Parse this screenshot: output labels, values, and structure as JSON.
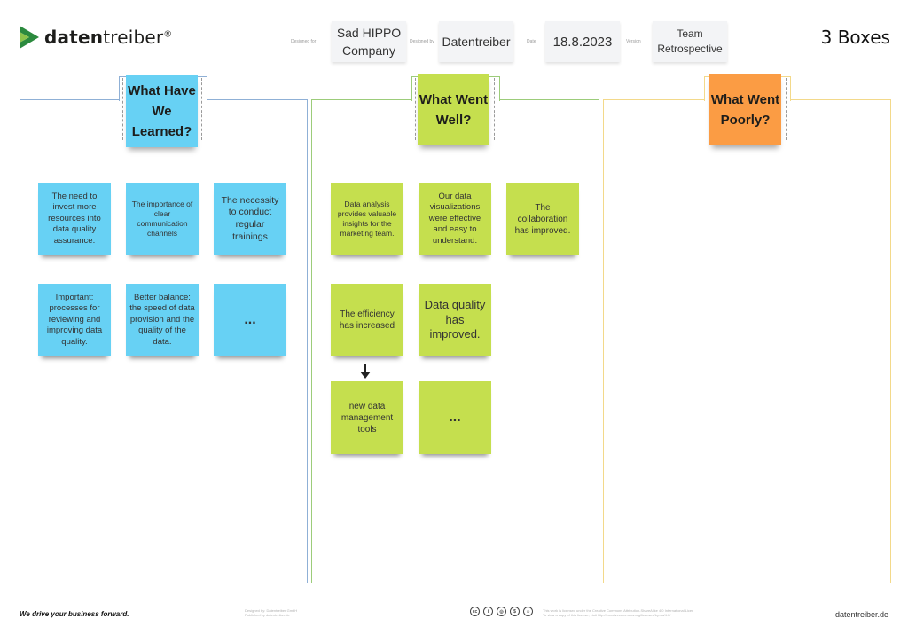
{
  "brand": {
    "logo_bold": "daten",
    "logo_light": "treiber",
    "reg": "®"
  },
  "meta": {
    "designed_for_label": "Designed for",
    "designed_for": "Sad HIPPO Company",
    "designed_by_label": "Designed by",
    "designed_by": "Datentreiber",
    "date_label": "Date",
    "date": "18.8.2023",
    "version_label": "Version",
    "version": "Team Retrospective"
  },
  "title": "3 Boxes",
  "columns": [
    {
      "heading": "What Have We Learned?",
      "notes": [
        "The need to invest more resources into data quality assurance.",
        "The importance of clear communication channels",
        "The necessity to conduct regular trainings",
        "Important: processes for reviewing and improving data quality.",
        "Better balance: the speed of data provision and the quality of the data.",
        "..."
      ]
    },
    {
      "heading": "What Went Well?",
      "notes": [
        "Data analysis provides valuable insights for the marketing team.",
        "Our data visualizations were effective and easy to understand.",
        "The collaboration has improved.",
        "The efficiency has increased",
        "Data quality has improved.",
        "new data management tools",
        "..."
      ]
    },
    {
      "heading": "What Went Poorly?",
      "notes": []
    }
  ],
  "footer": {
    "slogan": "We drive your business forward.",
    "designed_credit": "Designed by: Datentreiber GmbH",
    "license_credit": "Published by datentreiber.de",
    "license_text": "This work is licensed under the Creative Commons Attribution-ShareAlike 4.0 International License.",
    "license_text2": "To view a copy of this license, visit http://creativecommons.org/licenses/by-sa/4.0/",
    "website": "datentreiber.de",
    "cc_icons": [
      "cc",
      "by",
      "sa",
      "nc",
      "info"
    ]
  },
  "colors": {
    "blue": "#67d1f4",
    "green": "#c5df4e",
    "orange": "#fb9c44",
    "frame_blue": "#8fb0d6",
    "frame_green": "#9ccc7a",
    "frame_yellow": "#f3d98a"
  }
}
